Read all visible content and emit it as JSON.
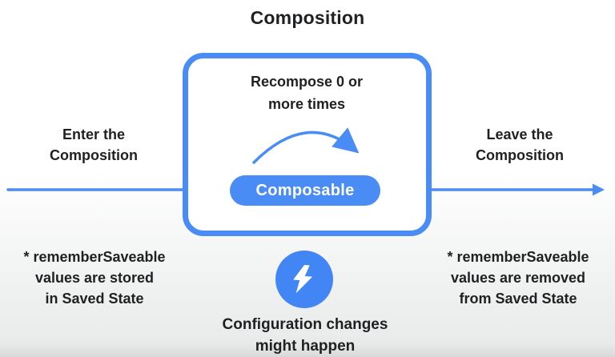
{
  "title": "Composition",
  "box": {
    "recompose_line1": "Recompose 0 or",
    "recompose_line2": "more times",
    "composable_label": "Composable"
  },
  "enter": {
    "line1": "Enter the",
    "line2": "Composition"
  },
  "leave": {
    "line1": "Leave the",
    "line2": "Composition"
  },
  "footnote_left": {
    "line1": "* rememberSaveable",
    "line2": "values are stored",
    "line3": "in Saved State"
  },
  "footnote_right": {
    "line1": "* rememberSaveable",
    "line2": "values are removed",
    "line3": "from Saved State"
  },
  "event": {
    "icon": "lightning-bolt-icon",
    "line1": "Configuration changes",
    "line2": "might happen"
  },
  "colors": {
    "accent_blue": "#4a8cf5",
    "icon_blue": "#4285f4",
    "text_dark": "#1f2022",
    "pill_text": "#ffffff",
    "background_top": "#ffffff",
    "background_bottom": "#e9eaea"
  }
}
